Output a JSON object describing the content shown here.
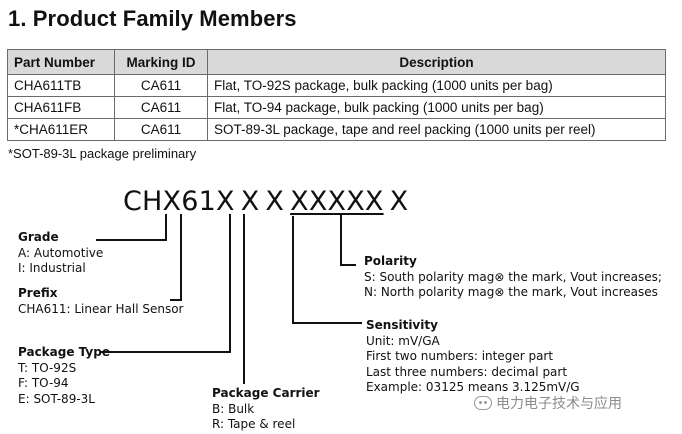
{
  "title": "1. Product Family Members",
  "table": {
    "headers": [
      "Part Number",
      "Marking ID",
      "Description"
    ],
    "rows": [
      [
        "CHA611TB",
        "CA611",
        "Flat, TO-92S package, bulk packing (1000 units per bag)"
      ],
      [
        "CHA611FB",
        "CA611",
        "Flat, TO-94 package, bulk packing (1000 units per bag)"
      ],
      [
        "*CHA611ER",
        "CA611",
        "SOT-89-3L package, tape and reel packing (1000 units per reel)"
      ]
    ]
  },
  "note": "*SOT-89-3L package preliminary",
  "code": {
    "prefix": "CHX61X",
    "package": "X",
    "carrier": "X",
    "sensitivity": "XXXXX",
    "polarity": "X"
  },
  "labels": {
    "grade": {
      "heading": "Grade",
      "lines": [
        "A: Automotive",
        "I: Industrial"
      ]
    },
    "prefix": {
      "heading": "Prefix",
      "lines": [
        "CHA611: Linear Hall Sensor"
      ]
    },
    "package_type": {
      "heading": "Package Type",
      "lines": [
        "T: TO-92S",
        "F: TO-94",
        "E: SOT-89-3L"
      ]
    },
    "package_carrier": {
      "heading": "Package Carrier",
      "lines": [
        "B: Bulk",
        "R: Tape & reel"
      ]
    },
    "sensitivity": {
      "heading": "Sensitivity",
      "lines": [
        "Unit: mV/GA",
        "First two numbers: integer part",
        "Last three numbers: decimal part",
        "Example: 03125 means 3.125mV/G"
      ]
    },
    "polarity": {
      "heading": "Polarity",
      "lines": [
        "S: South polarity mag⊗  the mark, Vout increases;",
        "N: North polarity mag⊗  the mark, Vout increases"
      ]
    }
  },
  "watermark": {
    "text": "电力电子技术与应用",
    "icon": "wechat-icon"
  },
  "colors": {
    "header_bg": "#d9d9d9",
    "border": "#6b6b6b",
    "watermark": "#8c8c8c"
  }
}
